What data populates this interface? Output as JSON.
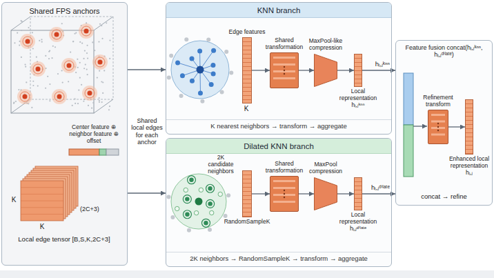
{
  "diagram": {
    "nodes": [
      {
        "text": [
          "Shared FPS anchors"
        ]
      },
      {
        "text": [
          "KNN branch",
          "K nearest neighbors → transform → aggregate"
        ]
      },
      {
        "text": [
          "Edge features"
        ],
        "in": 1
      },
      {
        "text": [
          "Shared transformation"
        ],
        "in": 1
      },
      {
        "text": [
          "MaxPool-like compression"
        ],
        "in": 1
      },
      {
        "text": [
          "Local representation hᵢ,ⱼᵏⁿⁿ"
        ],
        "in": 1
      },
      {
        "text": [
          "Dilated KNN branch",
          "2K neighbors → RandomSampleK → transform → aggregate"
        ]
      },
      {
        "text": [
          "RandomSampleK"
        ],
        "in": 6
      },
      {
        "text": [
          "Shared transformation"
        ],
        "in": 6
      },
      {
        "text": [
          "MaxPool compression"
        ],
        "in": 6
      },
      {
        "text": [
          "Local representation hᵢ,ⱼᵈⁱˡᵃᵗᵉ"
        ],
        "in": 6
      },
      {
        "text": [
          "Feature fusion concat(hᵢ,ⱼᵏⁿⁿ, hᵢ,ⱼᵈⁱˡᵃᵗᵉ)",
          "concat → refine"
        ]
      },
      {
        "text": [
          "Refinement transform"
        ],
        "in": 11
      },
      {
        "text": [
          "Enhanced local representation hᵢ,ⱼ"
        ],
        "in": 11
      }
    ],
    "edges": [
      {
        "from": 0,
        "to": 1,
        "arrow": "to"
      },
      {
        "from": 0,
        "to": 6,
        "arrow": "to"
      },
      {
        "from": 2,
        "to": 3,
        "arrow": "to"
      },
      {
        "from": 3,
        "to": 4,
        "arrow": "to"
      },
      {
        "from": 4,
        "to": 5,
        "arrow": "to"
      },
      {
        "from": 5,
        "to": 11,
        "arrow": "to",
        "label": "hᵢ,ⱼᵏⁿⁿ"
      },
      {
        "from": 7,
        "to": 8,
        "arrow": "to"
      },
      {
        "from": 8,
        "to": 9,
        "arrow": "to"
      },
      {
        "from": 9,
        "to": 10,
        "arrow": "to"
      },
      {
        "from": 10,
        "to": 11,
        "arrow": "to",
        "label": "hᵢ,ⱼᵈⁱˡᵃᵗᵉ"
      },
      {
        "from": 12,
        "to": 13,
        "arrow": "to"
      }
    ],
    "labels": [
      "K",
      "K",
      "(2C+3)",
      "Center feature ⊕ neighbor feature ⊕ offset",
      "Local edge tensor [B,S,K,2C+3]",
      "Shared local edges for each anchor",
      "K",
      "2K candidate neighbors"
    ]
  }
}
